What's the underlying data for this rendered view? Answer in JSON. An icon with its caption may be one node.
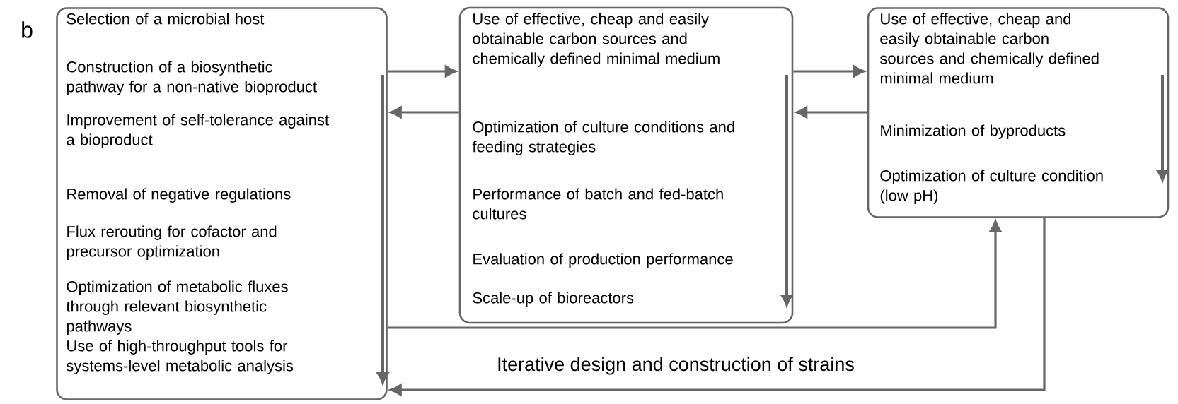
{
  "diagram": {
    "nodes": [
      {
        "text": [
          "Selection of a microbial host",
          "Construction of a biosynthetic pathway for a non-native bioproduct",
          "Improvement of self-tolerance against a bioproduct",
          "Removal of negative regulations",
          "Flux rerouting for cofactor and precursor optimization",
          "Optimization of metabolic fluxes through relevant biosynthetic pathways",
          "Use of high-throughput tools for systems-level metabolic analysis"
        ]
      },
      {
        "text": [
          "Use of effective, cheap and easily obtainable carbon sources and chemically defined minimal medium",
          "Optimization of culture conditions and feeding strategies",
          "Performance of batch and fed-batch cultures",
          "Evaluation of production performance",
          "Scale-up of bioreactors"
        ]
      },
      {
        "text": [
          "Use of effective, cheap and easily obtainable carbon sources and chemically defined minimal medium",
          "Minimization of byproducts",
          "Optimization of culture condition (low pH)"
        ]
      }
    ],
    "edges": [
      {
        "from": 0,
        "to": 1,
        "arrow": "to"
      },
      {
        "from": 1,
        "to": 0,
        "arrow": "to"
      },
      {
        "from": 1,
        "to": 2,
        "arrow": "to"
      },
      {
        "from": 2,
        "to": 1,
        "arrow": "to"
      },
      {
        "from": 0,
        "to": 2,
        "arrow": "to"
      },
      {
        "from": 2,
        "to": 0,
        "arrow": "to",
        "label": "Iterative design and construction of strains"
      }
    ],
    "labels": [
      "b"
    ]
  }
}
